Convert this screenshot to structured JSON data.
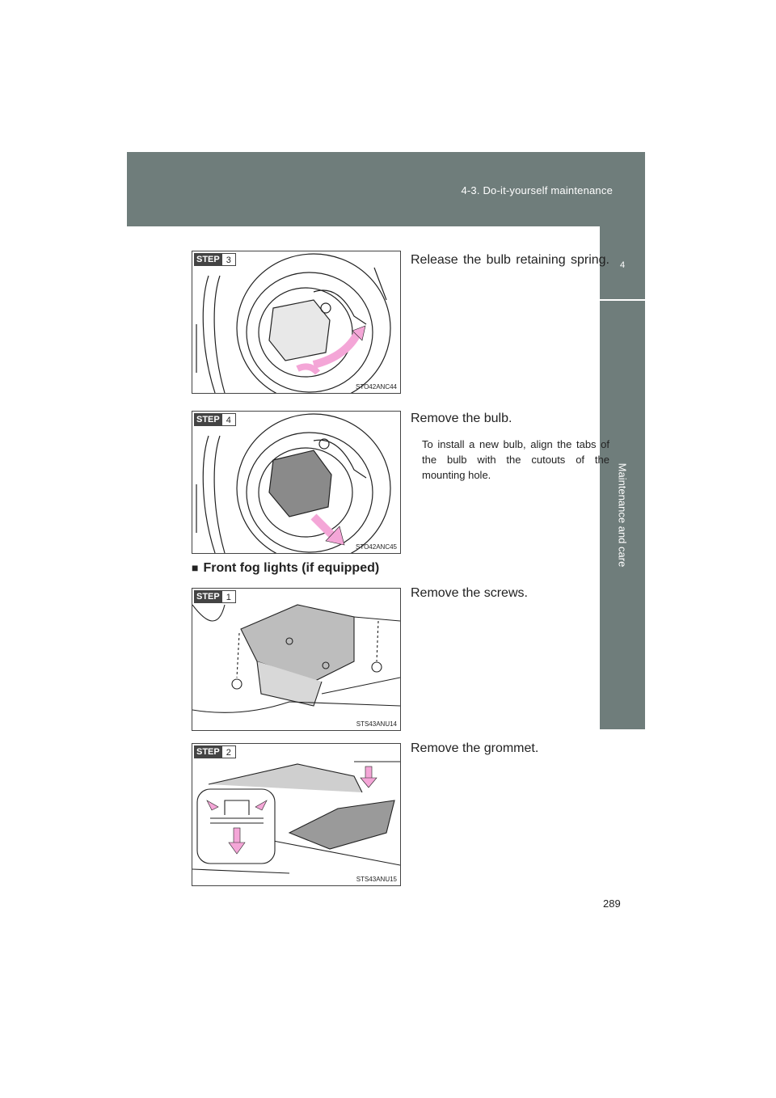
{
  "header": {
    "section_title": "4-3. Do-it-yourself maintenance"
  },
  "side_tab": {
    "chapter_number": "4",
    "chapter_label": "Maintenance and care"
  },
  "steps": [
    {
      "badge": "STEP",
      "number": "3",
      "fig_code": "STO42ANC44",
      "text": "Release the bulb retaining spring."
    },
    {
      "badge": "STEP",
      "number": "4",
      "fig_code": "STO42ANC45",
      "text": "Remove the bulb.",
      "note": "To install a new bulb, align the tabs of the bulb with the cutouts of the mounting hole."
    },
    {
      "badge": "STEP",
      "number": "1",
      "fig_code": "STS43ANU14",
      "text": "Remove the screws."
    },
    {
      "badge": "STEP",
      "number": "2",
      "fig_code": "STS43ANU15",
      "text": "Remove the grommet."
    }
  ],
  "section": {
    "marker": "■",
    "heading": "Front fog lights (if equipped)"
  },
  "page_number": "289",
  "colors": {
    "header_band": "#6f7d7b",
    "arrow_pink": "#f4a6d7"
  }
}
